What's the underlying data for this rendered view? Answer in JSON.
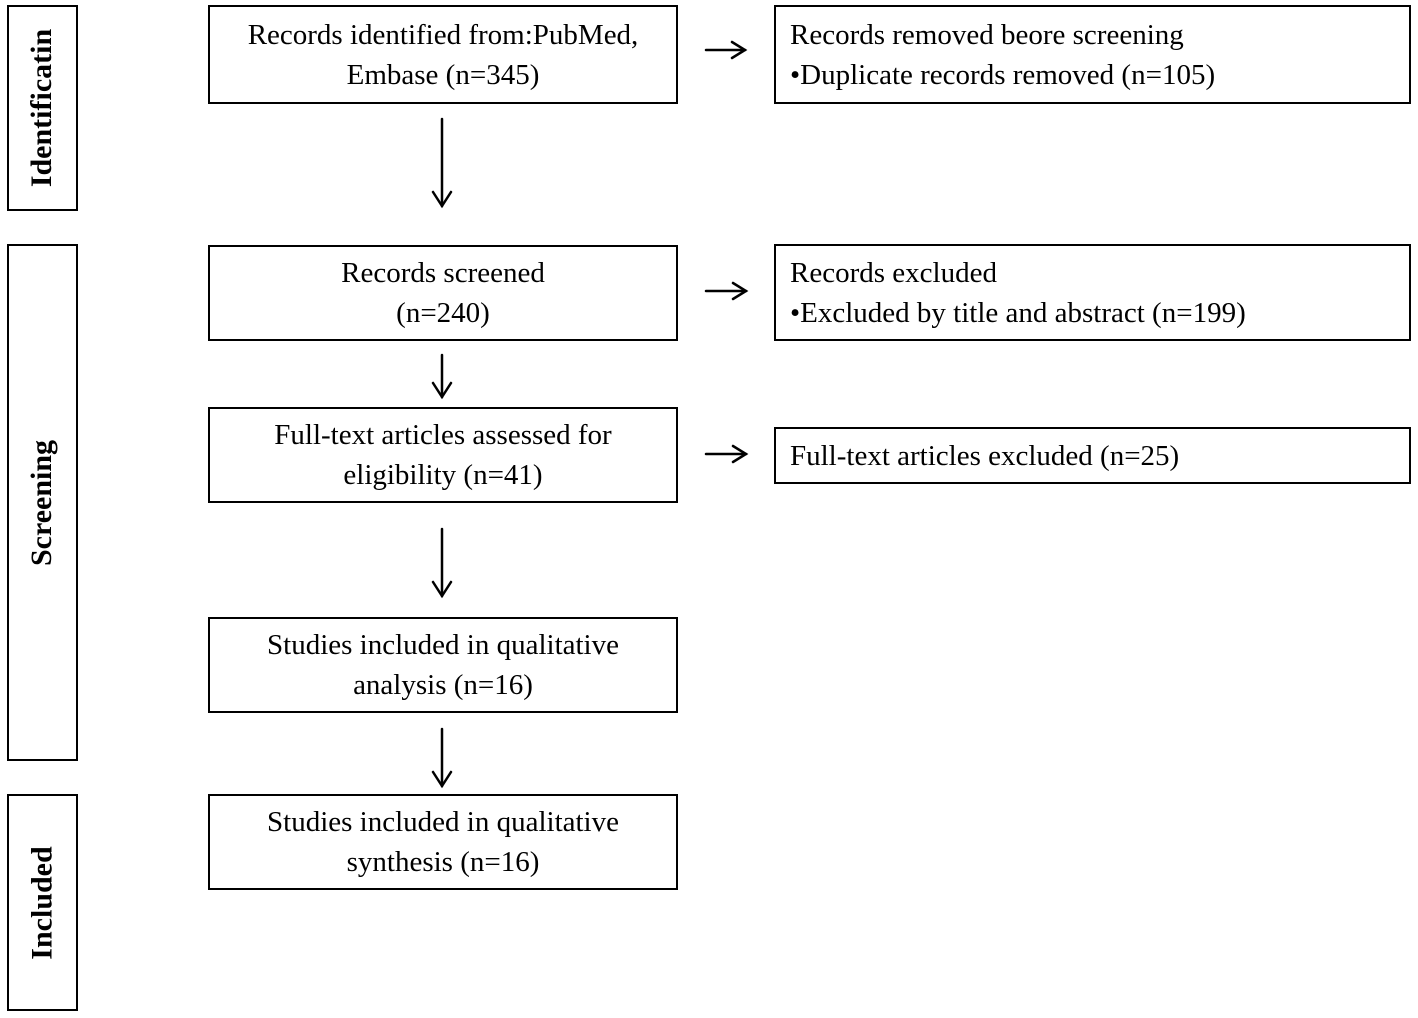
{
  "stages": {
    "identification": "Identificatin",
    "screening": "Screening",
    "included": "Included"
  },
  "boxes": {
    "records_identified": {
      "line1": "Records identified from:PubMed,",
      "line2": "Embase (n=345)"
    },
    "records_removed": {
      "line1": "Records removed beore screening",
      "line2": "•Duplicate records removed (n=105)"
    },
    "records_screened": {
      "line1": "Records screened",
      "line2": "(n=240)"
    },
    "records_excluded": {
      "line1": "Records excluded",
      "line2": "•Excluded by title and abstract (n=199)"
    },
    "fulltext_assessed": {
      "line1": "Full-text articles assessed for",
      "line2": "eligibility (n=41)"
    },
    "fulltext_excluded": {
      "line1": "Full-text articles excluded (n=25)"
    },
    "qualitative_analysis": {
      "line1": "Studies included in qualitative",
      "line2": "analysis (n=16)"
    },
    "qualitative_synthesis": {
      "line1": "Studies included in qualitative",
      "line2": "synthesis (n=16)"
    }
  }
}
